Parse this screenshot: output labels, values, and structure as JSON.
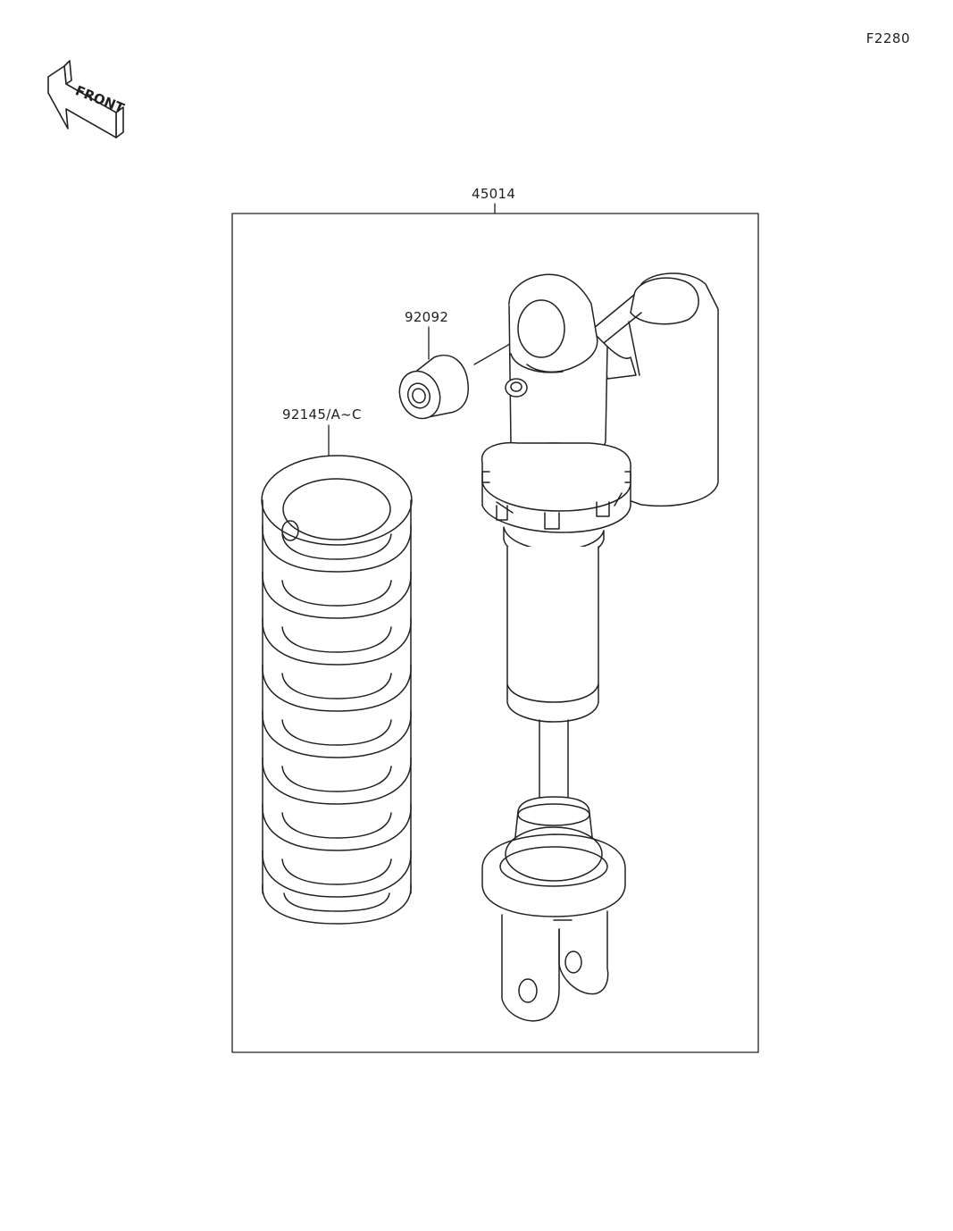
{
  "page_code": "F2280",
  "front_badge": {
    "text": "FRONT",
    "icon": "front-direction-arrow-icon"
  },
  "parts": {
    "assembly": {
      "number": "45014"
    },
    "bushing": {
      "number": "92092"
    },
    "spring": {
      "number": "92145/A~C"
    }
  },
  "line_color": "#222222"
}
